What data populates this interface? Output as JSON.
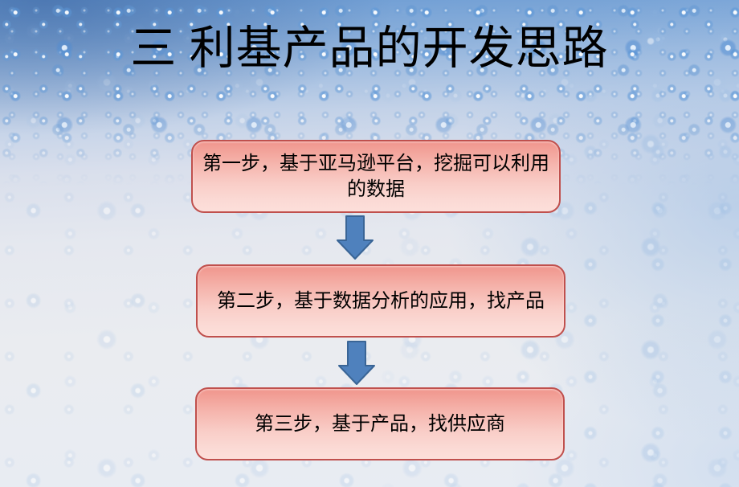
{
  "slide": {
    "title": "三 利基产品的开发思路",
    "flow": {
      "steps": [
        {
          "name": "step-1",
          "lines": [
            "第一步，基于亚马逊平台，挖掘可以利用",
            "的数据"
          ]
        },
        {
          "name": "step-2",
          "lines": [
            "第二步，基于数据分析的应用，找产品"
          ]
        },
        {
          "name": "step-3",
          "lines": [
            "第三步，基于产品，找供应商"
          ]
        }
      ],
      "connector_icon": "down-arrow"
    },
    "colors": {
      "title_text": "#000000",
      "box_border": "#c0504d",
      "box_fill_top": "#f0958c",
      "box_fill_bottom": "#fcdfda",
      "arrow_fill": "#4f81bd",
      "arrow_border": "#3a6596",
      "background_top": "#6b9bd3",
      "background_bottom": "#eaecf0"
    }
  }
}
